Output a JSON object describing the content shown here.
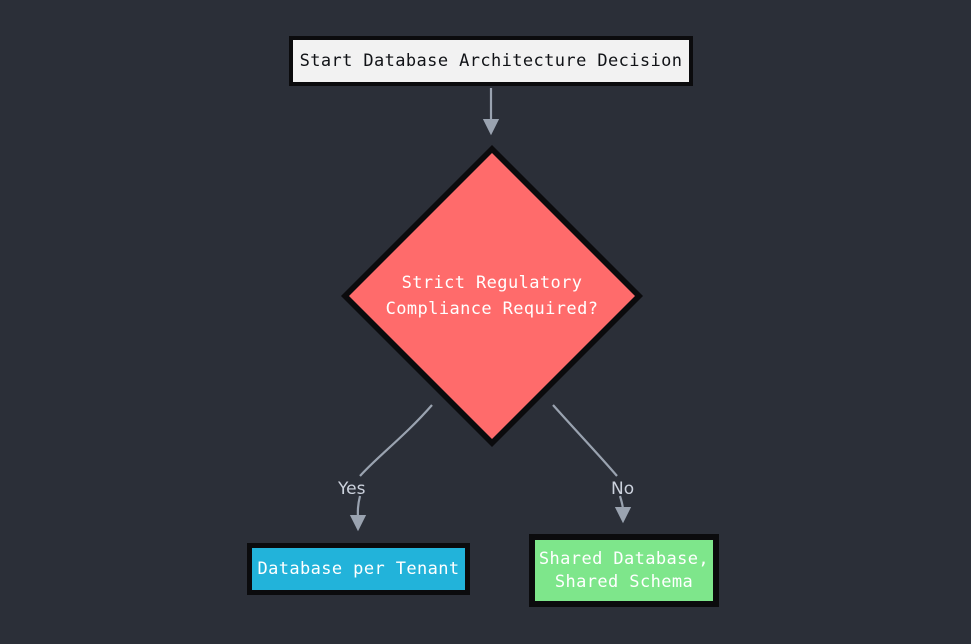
{
  "diagram": {
    "type": "flowchart",
    "title": "Database Architecture Decision",
    "background_color": "#2b2f38",
    "edge_color": "#9aa3b0",
    "nodes": [
      {
        "id": "start",
        "shape": "rectangle",
        "label": "Start Database Architecture Decision",
        "fill": "#f2f2f2",
        "border": "#0b0b0d",
        "text_color": "#111317"
      },
      {
        "id": "decision",
        "shape": "diamond",
        "label": "Strict Regulatory\nCompliance Required?",
        "line1": "Strict Regulatory",
        "line2": "Compliance Required?",
        "fill": "#ff6b6b",
        "border": "#0b0b0d",
        "text_color": "#ffffff"
      },
      {
        "id": "db-per-tenant",
        "shape": "rectangle",
        "label": "Database per Tenant",
        "fill": "#22b3da",
        "border": "#0b0b0d",
        "text_color": "#ffffff"
      },
      {
        "id": "shared-db-shared-schema",
        "shape": "rectangle",
        "label": "Shared Database,\nShared Schema",
        "line1": "Shared Database,",
        "line2": "Shared Schema",
        "fill": "#7ee68b",
        "border": "#0b0b0d",
        "text_color": "#ffffff"
      }
    ],
    "edges": [
      {
        "id": "start-to-decision",
        "from": "start",
        "to": "decision",
        "label": ""
      },
      {
        "id": "decision-yes",
        "from": "decision",
        "to": "db-per-tenant",
        "label": "Yes"
      },
      {
        "id": "decision-no",
        "from": "decision",
        "to": "shared-db-shared-schema",
        "label": "No"
      }
    ]
  }
}
